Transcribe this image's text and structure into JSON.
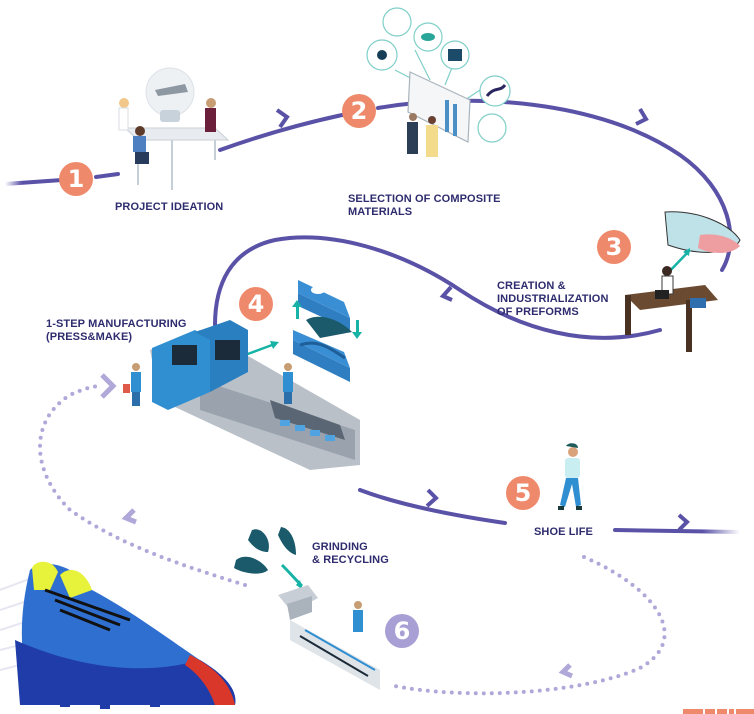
{
  "title": "Composite shoe lifecycle process",
  "colors": {
    "path": "#5a52a6",
    "dotted_path": "#b0a8d9",
    "badge_active": "#ee8a6b",
    "badge_recycle": "#a89fd5",
    "label_text": "#2e2c6e",
    "teal_arrow": "#17b3a6",
    "machine_blue": "#2f8fd0",
    "footer_accent": "#ee8a6b"
  },
  "steps": [
    {
      "number": "1",
      "label": "PROJECT IDEATION",
      "illustration": "ideation-team-with-lightbulb-shoe"
    },
    {
      "number": "2",
      "label": "SELECTION OF COMPOSITE\nMATERIALS",
      "illustration": "material-selection-board"
    },
    {
      "number": "3",
      "label": "CREATION &\nINDUSTRIALIZATION\nOF PREFORMS",
      "illustration": "designer-desk-with-preform-shoe"
    },
    {
      "number": "4",
      "label": "1-STEP MANUFACTURING\n(PRESS&MAKE)",
      "illustration": "press-and-make-production-line"
    },
    {
      "number": "5",
      "label": "SHOE LIFE",
      "illustration": "person-walking"
    },
    {
      "number": "6",
      "label": "GRINDING\n& RECYCLING",
      "illustration": "grinding-recycling-machine"
    }
  ],
  "hero_product": "blue-knit-football-boot"
}
